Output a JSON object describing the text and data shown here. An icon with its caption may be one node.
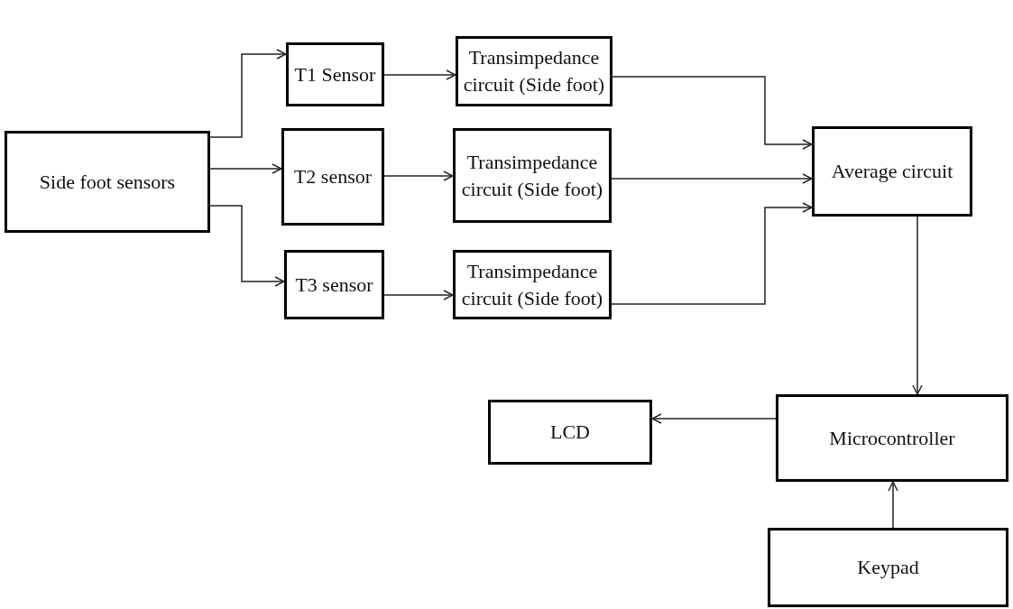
{
  "diagram": {
    "nodes": [
      {
        "text": [
          "Side foot sensors"
        ]
      },
      {
        "text": [
          "T1 Sensor"
        ]
      },
      {
        "text": [
          "T2 sensor"
        ]
      },
      {
        "text": [
          "T3 sensor"
        ]
      },
      {
        "text": [
          "Transimpedance circuit (Side foot)"
        ]
      },
      {
        "text": [
          "Transimpedance circuit (Side foot)"
        ]
      },
      {
        "text": [
          "Transimpedance circuit (Side foot)"
        ]
      },
      {
        "text": [
          "Average circuit"
        ]
      },
      {
        "text": [
          "Microcontroller"
        ]
      },
      {
        "text": [
          "LCD"
        ]
      },
      {
        "text": [
          "Keypad"
        ]
      }
    ],
    "edges": [
      {
        "from": 0,
        "to": 1,
        "arrow": "to"
      },
      {
        "from": 0,
        "to": 2,
        "arrow": "to"
      },
      {
        "from": 0,
        "to": 3,
        "arrow": "to"
      },
      {
        "from": 1,
        "to": 4,
        "arrow": "to"
      },
      {
        "from": 2,
        "to": 5,
        "arrow": "to"
      },
      {
        "from": 3,
        "to": 6,
        "arrow": "to"
      },
      {
        "from": 4,
        "to": 7,
        "arrow": "to"
      },
      {
        "from": 5,
        "to": 7,
        "arrow": "to"
      },
      {
        "from": 6,
        "to": 7,
        "arrow": "to"
      },
      {
        "from": 7,
        "to": 8,
        "arrow": "to"
      },
      {
        "from": 8,
        "to": 9,
        "arrow": "to"
      },
      {
        "from": 10,
        "to": 8,
        "arrow": "to"
      }
    ]
  }
}
